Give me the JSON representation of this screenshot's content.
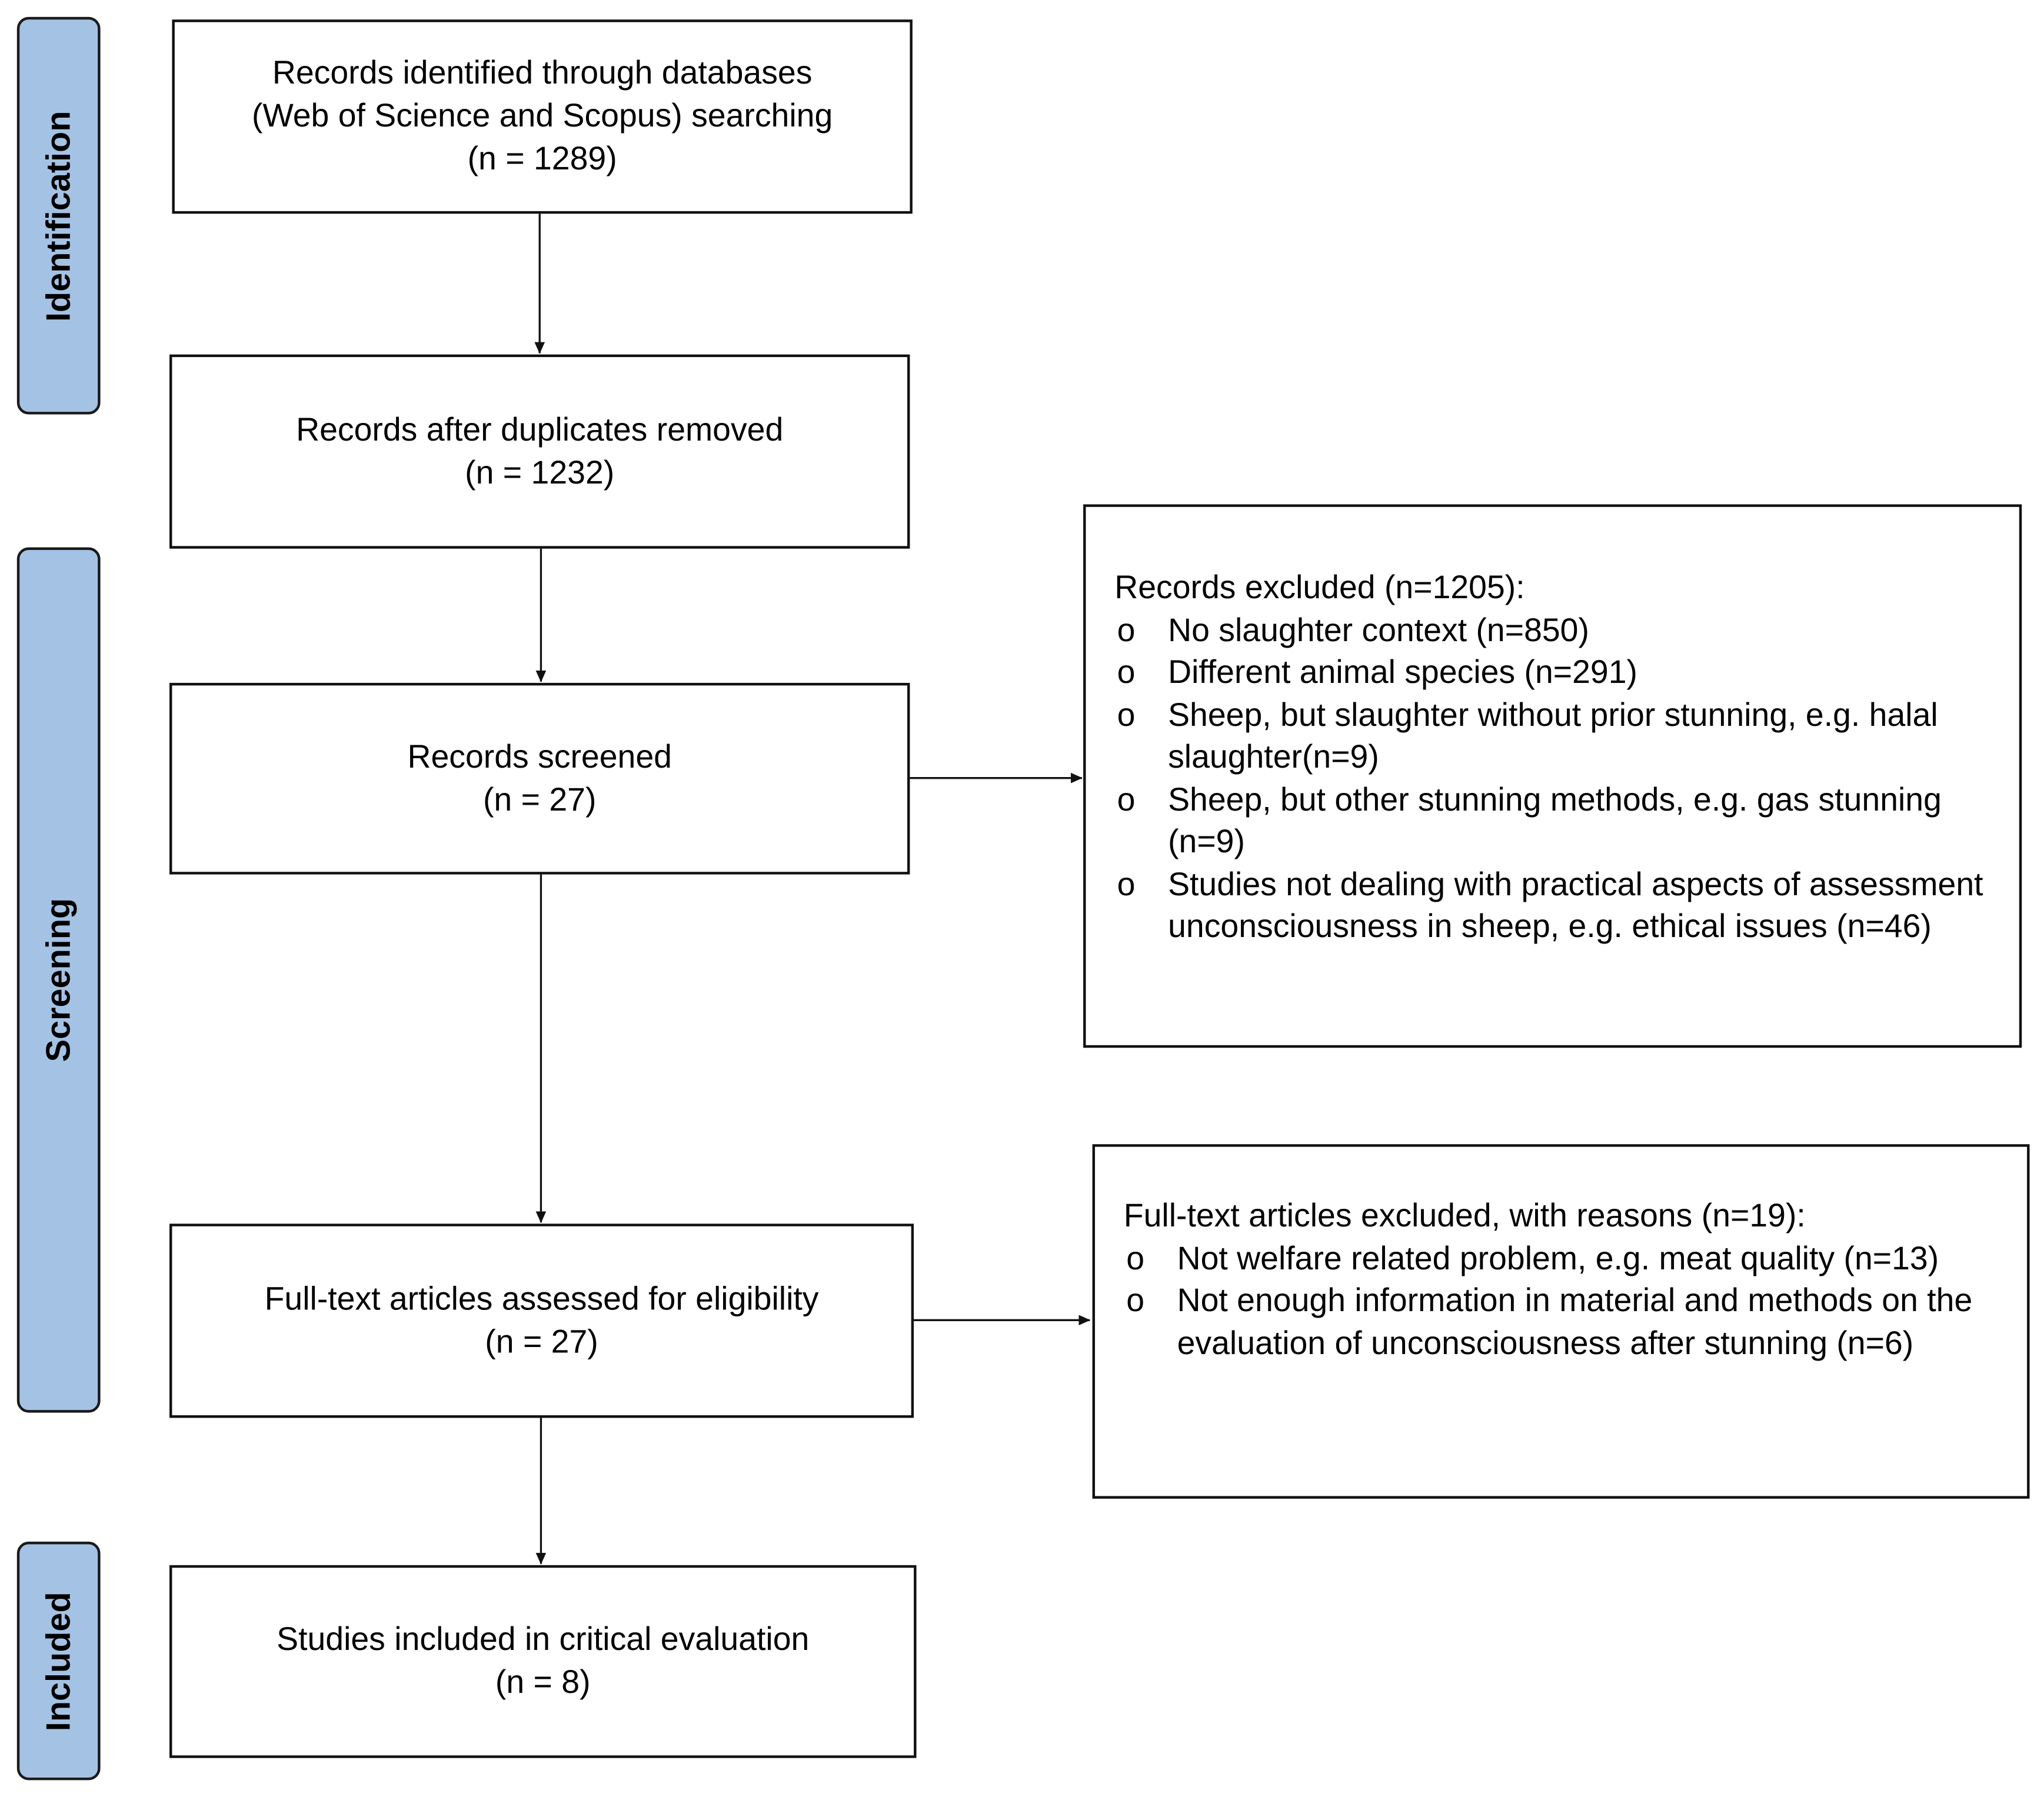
{
  "phases": {
    "identification": "Identification",
    "screening": "Screening",
    "included": "Included"
  },
  "boxes": {
    "identified": {
      "lines": [
        "Records identified through databases",
        "(Web of Science and Scopus) searching",
        "(n = 1289)"
      ]
    },
    "deduplicated": {
      "lines": [
        "Records after duplicates removed",
        "(n = 1232)"
      ]
    },
    "screened": {
      "lines": [
        "Records screened",
        "(n = 27)"
      ]
    },
    "fulltext": {
      "lines": [
        "Full-text articles assessed for eligibility",
        "(n = 27)"
      ]
    },
    "included": {
      "lines": [
        "Studies included in critical evaluation",
        "(n = 8)"
      ]
    }
  },
  "exclusions": {
    "records": {
      "heading": "Records excluded (n=1205):",
      "bullet": "o",
      "items": [
        "No slaughter context (n=850)",
        "Different animal species (n=291)",
        "Sheep, but slaughter without prior stunning, e.g. halal slaughter(n=9)",
        "Sheep, but other stunning methods, e.g. gas stunning (n=9)",
        "Studies not dealing with practical aspects of assessment unconsciousness in sheep, e.g. ethical issues (n=46)"
      ]
    },
    "fulltext": {
      "heading": "Full-text articles excluded, with reasons (n=19):",
      "bullet": "o",
      "items": [
        "Not welfare related problem, e.g. meat quality (n=13)",
        "Not enough information in material and methods on the evaluation of unconsciousness after stunning (n=6)"
      ]
    }
  },
  "colors": {
    "phase_fill": "#a4c2e4",
    "border": "#111111"
  }
}
